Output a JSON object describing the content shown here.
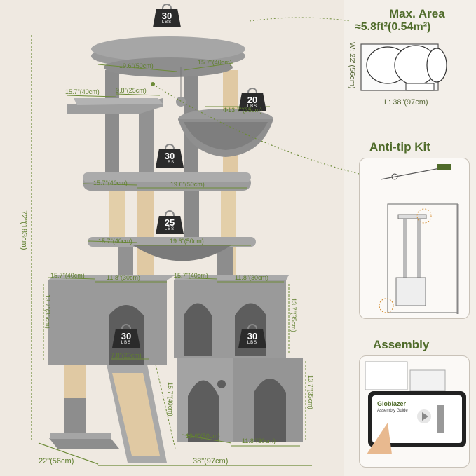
{
  "weights": {
    "top": {
      "num": "30",
      "unit": "LBS"
    },
    "basket": {
      "num": "20",
      "unit": "LBS"
    },
    "middle": {
      "num": "30",
      "unit": "LBS"
    },
    "hammock": {
      "num": "25",
      "unit": "LBS"
    },
    "cave_left": {
      "num": "30",
      "unit": "LBS"
    },
    "cave_right": {
      "num": "30",
      "unit": "LBS"
    }
  },
  "dimensions": {
    "top_width": "19.6\"(50cm)",
    "top_depth": "15.7\"(40cm)",
    "left_perch_depth": "15.7\"(40cm)",
    "left_perch_width": "9.8\"(25cm)",
    "basket_dia": "Φ13.7\"(35cm)",
    "mid_depth": "15.7\"(40cm)",
    "mid_width": "19.6\"(50cm)",
    "hammock_depth": "15.7\"(40cm)",
    "hammock_width": "19.6\"(50cm)",
    "cave_l_depth": "15.7\"(40cm)",
    "cave_l_width": "11.8\"(30cm)",
    "cave_r_depth": "15.7\"(40cm)",
    "cave_r_width": "11.8\"(30cm)",
    "cave_l_height": "13.7\"(35cm)",
    "cave_r_height": "13.7\"(35cm)",
    "lower_height": "13.7\"(35cm)",
    "ramp_width": "7.8\"(20cm)",
    "ramp_len": "15.7\"(40cm)",
    "base_width": "19.6\"(50cm)",
    "base_right": "11.8\"(30cm)",
    "total_height": "72\"(183cm)",
    "total_depth": "22\"(56cm)",
    "total_width": "38\"(97cm)"
  },
  "area": {
    "title": "Max. Area",
    "value": "≈5.8ft²(0.54m²)",
    "w_label": "W: 22\"(56cm)",
    "l_label": "L: 38\"(97cm)"
  },
  "antitip": {
    "title": "Anti-tip Kit"
  },
  "assembly": {
    "title": "Assembly",
    "brand": "Globlazer",
    "subtitle": "Assembly Guide"
  },
  "colors": {
    "accent": "#5f7f2e",
    "plush": "#8d8d8d",
    "sisal": "#e0c9a3",
    "background": "#efe9e1"
  }
}
